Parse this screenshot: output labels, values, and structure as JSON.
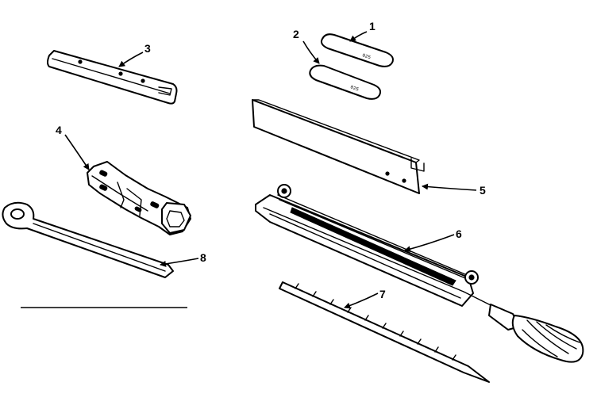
{
  "diagram": {
    "callouts": [
      "1",
      "2",
      "3",
      "4",
      "5",
      "6",
      "7",
      "8"
    ],
    "gauge_stamps": [
      "025",
      "025"
    ],
    "colors": {
      "ink": "#000000",
      "paper": "#ffffff"
    }
  }
}
